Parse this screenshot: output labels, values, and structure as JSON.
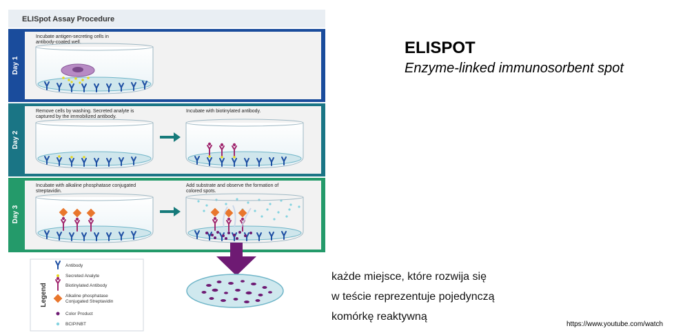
{
  "header": {
    "title": "ELISpot Assay Procedure"
  },
  "days": [
    {
      "label": "Day 1",
      "steps": [
        {
          "lines": [
            "Incubate antigen-secreting cells in",
            "antibody-coated well."
          ]
        }
      ]
    },
    {
      "label": "Day 2",
      "steps": [
        {
          "lines": [
            "Remove cells by washing. Secreted analyte is",
            "captured by the immobilized antibody."
          ]
        },
        {
          "lines": [
            "Incubate with biotinylated antibody."
          ]
        }
      ]
    },
    {
      "label": "Day 3",
      "steps": [
        {
          "lines": [
            "Incubate with alkaline phosphatase conjugated",
            "streptavidin."
          ]
        },
        {
          "lines": [
            "Add substrate and observe the formation of",
            "colored spots."
          ]
        }
      ]
    }
  ],
  "legend": {
    "title": "Legend",
    "items": [
      {
        "lines": [
          "Antibody"
        ]
      },
      {
        "lines": [
          "Secreted Analyte"
        ]
      },
      {
        "lines": [
          "Biotinylated Antibody"
        ]
      },
      {
        "lines": [
          "Alkaline phosphatase",
          "Conjugated Streptavidin"
        ]
      },
      {
        "lines": [
          "Color Product"
        ]
      },
      {
        "lines": [
          "BCIP/NBT"
        ]
      }
    ]
  },
  "slide": {
    "title": "ELISPOT",
    "subtitle": "Enzyme-linked immunosorbent spot",
    "description": [
      "każde miejsce, które rozwija się",
      "w teście reprezentuje pojedynczą",
      "komórkę reaktywną"
    ],
    "source": "https://www.youtube.com/watch"
  },
  "colors": {
    "day1": "#1a4c9c",
    "day2": "#1a7585",
    "day3": "#249a6a",
    "panel_bg": "#f2f2f2",
    "antibody": "#1e4fa3",
    "analyte": "#e6d81f",
    "biotin": "#a0266e",
    "streptavidin": "#e9762c",
    "color_product": "#6e1a73",
    "bcip": "#84d3e0",
    "arrow": "#167a7a"
  }
}
